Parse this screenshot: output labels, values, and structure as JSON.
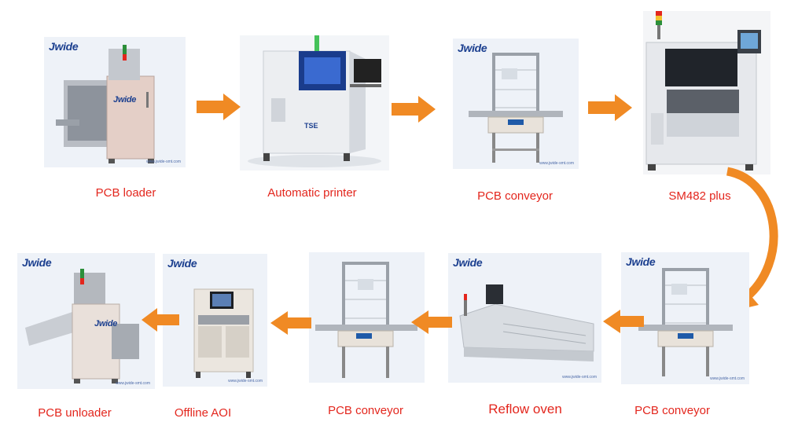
{
  "colors": {
    "label": "#e3261d",
    "arrow": "#f08a24",
    "brand": "#1b3f8f"
  },
  "steps": [
    {
      "label": "PCB loader",
      "brand": "Jwide",
      "url": "www.jwide-smt.com",
      "machine": "loader-machine"
    },
    {
      "label": "Automatic printer",
      "brand": "",
      "url": "",
      "machine": "printer-machine",
      "marking": "TSE"
    },
    {
      "label": "PCB conveyor",
      "brand": "Jwide",
      "url": "www.jwide-smt.com",
      "machine": "conveyor-machine"
    },
    {
      "label": "SM482 plus",
      "brand": "",
      "url": "",
      "machine": "pick-and-place-machine"
    },
    {
      "label": "PCB conveyor",
      "brand": "Jwide",
      "url": "www.jwide-smt.com",
      "machine": "conveyor-machine"
    },
    {
      "label": "Reflow oven",
      "brand": "Jwide",
      "url": "www.jwide-smt.com",
      "machine": "reflow-oven-machine"
    },
    {
      "label": "PCB conveyor",
      "brand": "",
      "url": "",
      "machine": "conveyor-machine"
    },
    {
      "label": "Offline AOI",
      "brand": "Jwide",
      "url": "www.jwide-smt.com",
      "machine": "aoi-machine"
    },
    {
      "label": "PCB unloader",
      "brand": "Jwide",
      "url": "www.jwide-smt.com",
      "machine": "unloader-machine"
    }
  ],
  "loader_badge": "Jwide",
  "unloader_badge": "Jwide",
  "flow_arrows": [
    "arrow-right-icon",
    "arrow-right-icon",
    "arrow-right-icon",
    "curved-arrow-icon",
    "arrow-left-icon",
    "arrow-left-icon",
    "arrow-left-icon",
    "arrow-left-icon"
  ]
}
